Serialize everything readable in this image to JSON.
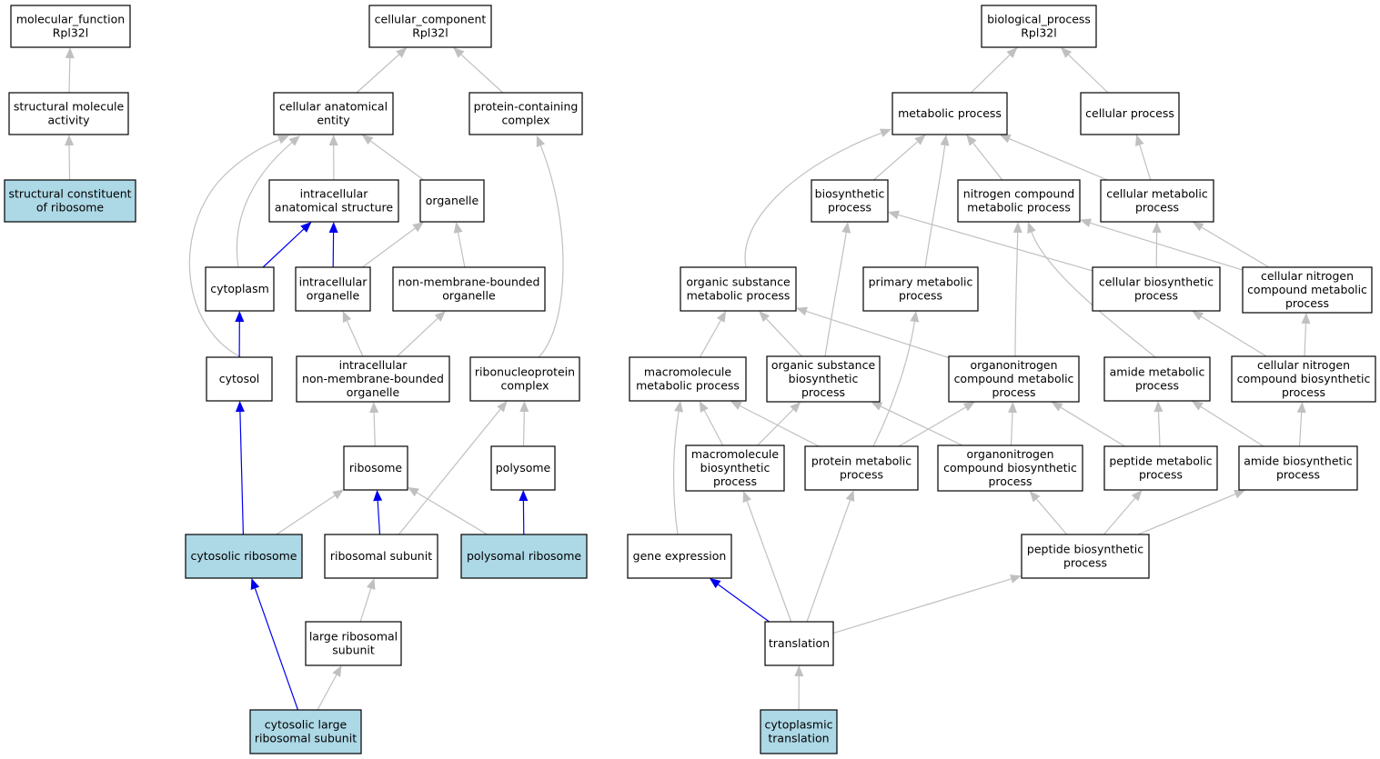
{
  "diagram": {
    "colors": {
      "node_fill": "#ffffff",
      "highlight_fill": "#add8e6",
      "edge_gray": "#c0c0c0",
      "edge_blue": "#0000ee"
    },
    "nodes": [
      {
        "id": "mf_root",
        "lines": [
          "molecular_function",
          "Rpl32l"
        ],
        "highlight": false
      },
      {
        "id": "structural_molecule_activity",
        "lines": [
          "structural molecule",
          "activity"
        ],
        "highlight": false
      },
      {
        "id": "structural_constituent_of_ribosome",
        "lines": [
          "structural constituent",
          "of ribosome"
        ],
        "highlight": true
      },
      {
        "id": "cc_root",
        "lines": [
          "cellular_component",
          "Rpl32l"
        ],
        "highlight": false
      },
      {
        "id": "cellular_anatomical_entity",
        "lines": [
          "cellular anatomical",
          "entity"
        ],
        "highlight": false
      },
      {
        "id": "protein_containing_complex",
        "lines": [
          "protein-containing",
          "complex"
        ],
        "highlight": false
      },
      {
        "id": "intracellular_anatomical_structure",
        "lines": [
          "intracellular",
          "anatomical structure"
        ],
        "highlight": false
      },
      {
        "id": "organelle",
        "lines": [
          "organelle"
        ],
        "highlight": false
      },
      {
        "id": "cytoplasm",
        "lines": [
          "cytoplasm"
        ],
        "highlight": false
      },
      {
        "id": "intracellular_organelle",
        "lines": [
          "intracellular",
          "organelle"
        ],
        "highlight": false
      },
      {
        "id": "non_membrane_bounded_organelle",
        "lines": [
          "non-membrane-bounded",
          "organelle"
        ],
        "highlight": false
      },
      {
        "id": "cytosol",
        "lines": [
          "cytosol"
        ],
        "highlight": false
      },
      {
        "id": "intracellular_nmb_organelle",
        "lines": [
          "intracellular",
          "non-membrane-bounded",
          "organelle"
        ],
        "highlight": false
      },
      {
        "id": "ribonucleoprotein_complex",
        "lines": [
          "ribonucleoprotein",
          "complex"
        ],
        "highlight": false
      },
      {
        "id": "ribosome",
        "lines": [
          "ribosome"
        ],
        "highlight": false
      },
      {
        "id": "polysome",
        "lines": [
          "polysome"
        ],
        "highlight": false
      },
      {
        "id": "cytosolic_ribosome",
        "lines": [
          "cytosolic ribosome"
        ],
        "highlight": true
      },
      {
        "id": "ribosomal_subunit",
        "lines": [
          "ribosomal subunit"
        ],
        "highlight": false
      },
      {
        "id": "polysomal_ribosome",
        "lines": [
          "polysomal ribosome"
        ],
        "highlight": true
      },
      {
        "id": "large_ribosomal_subunit",
        "lines": [
          "large ribosomal",
          "subunit"
        ],
        "highlight": false
      },
      {
        "id": "cytosolic_large_ribosomal_subunit",
        "lines": [
          "cytosolic large",
          "ribosomal subunit"
        ],
        "highlight": true
      },
      {
        "id": "bp_root",
        "lines": [
          "biological_process",
          "Rpl32l"
        ],
        "highlight": false
      },
      {
        "id": "metabolic_process",
        "lines": [
          "metabolic process"
        ],
        "highlight": false
      },
      {
        "id": "cellular_process",
        "lines": [
          "cellular process"
        ],
        "highlight": false
      },
      {
        "id": "biosynthetic_process",
        "lines": [
          "biosynthetic",
          "process"
        ],
        "highlight": false
      },
      {
        "id": "nitrogen_compound_metabolic_process",
        "lines": [
          "nitrogen compound",
          "metabolic process"
        ],
        "highlight": false
      },
      {
        "id": "cellular_metabolic_process",
        "lines": [
          "cellular metabolic",
          "process"
        ],
        "highlight": false
      },
      {
        "id": "organic_substance_metabolic_process",
        "lines": [
          "organic substance",
          "metabolic process"
        ],
        "highlight": false
      },
      {
        "id": "primary_metabolic_process",
        "lines": [
          "primary metabolic",
          "process"
        ],
        "highlight": false
      },
      {
        "id": "cellular_biosynthetic_process",
        "lines": [
          "cellular biosynthetic",
          "process"
        ],
        "highlight": false
      },
      {
        "id": "cellular_nitrogen_compound_metabolic_process",
        "lines": [
          "cellular nitrogen",
          "compound metabolic",
          "process"
        ],
        "highlight": false
      },
      {
        "id": "macromolecule_metabolic_process",
        "lines": [
          "macromolecule",
          "metabolic process"
        ],
        "highlight": false
      },
      {
        "id": "organic_substance_biosynthetic_process",
        "lines": [
          "organic substance",
          "biosynthetic",
          "process"
        ],
        "highlight": false
      },
      {
        "id": "organonitrogen_compound_metabolic_process",
        "lines": [
          "organonitrogen",
          "compound metabolic",
          "process"
        ],
        "highlight": false
      },
      {
        "id": "amide_metabolic_process",
        "lines": [
          "amide metabolic",
          "process"
        ],
        "highlight": false
      },
      {
        "id": "cellular_nitrogen_compound_biosynthetic_process",
        "lines": [
          "cellular nitrogen",
          "compound biosynthetic",
          "process"
        ],
        "highlight": false
      },
      {
        "id": "macromolecule_biosynthetic_process",
        "lines": [
          "macromolecule",
          "biosynthetic",
          "process"
        ],
        "highlight": false
      },
      {
        "id": "protein_metabolic_process",
        "lines": [
          "protein metabolic",
          "process"
        ],
        "highlight": false
      },
      {
        "id": "organonitrogen_compound_biosynthetic_process",
        "lines": [
          "organonitrogen",
          "compound biosynthetic",
          "process"
        ],
        "highlight": false
      },
      {
        "id": "peptide_metabolic_process",
        "lines": [
          "peptide metabolic",
          "process"
        ],
        "highlight": false
      },
      {
        "id": "amide_biosynthetic_process",
        "lines": [
          "amide biosynthetic",
          "process"
        ],
        "highlight": false
      },
      {
        "id": "gene_expression",
        "lines": [
          "gene expression"
        ],
        "highlight": false
      },
      {
        "id": "peptide_biosynthetic_process",
        "lines": [
          "peptide biosynthetic",
          "process"
        ],
        "highlight": false
      },
      {
        "id": "translation",
        "lines": [
          "translation"
        ],
        "highlight": false
      },
      {
        "id": "cytoplasmic_translation",
        "lines": [
          "cytoplasmic",
          "translation"
        ],
        "highlight": true
      }
    ],
    "edges": [
      {
        "from": "structural_molecule_activity",
        "to": "mf_root",
        "color": "gray"
      },
      {
        "from": "structural_constituent_of_ribosome",
        "to": "structural_molecule_activity",
        "color": "gray"
      },
      {
        "from": "cellular_anatomical_entity",
        "to": "cc_root",
        "color": "gray"
      },
      {
        "from": "protein_containing_complex",
        "to": "cc_root",
        "color": "gray"
      },
      {
        "from": "intracellular_anatomical_structure",
        "to": "cellular_anatomical_entity",
        "color": "gray"
      },
      {
        "from": "organelle",
        "to": "cellular_anatomical_entity",
        "color": "gray"
      },
      {
        "from": "cytoplasm",
        "to": "cellular_anatomical_entity",
        "color": "gray"
      },
      {
        "from": "cytosol",
        "to": "cellular_anatomical_entity",
        "color": "gray"
      },
      {
        "from": "cytoplasm",
        "to": "intracellular_anatomical_structure",
        "color": "blue"
      },
      {
        "from": "intracellular_organelle",
        "to": "intracellular_anatomical_structure",
        "color": "blue"
      },
      {
        "from": "intracellular_organelle",
        "to": "organelle",
        "color": "gray"
      },
      {
        "from": "non_membrane_bounded_organelle",
        "to": "organelle",
        "color": "gray"
      },
      {
        "from": "cytosol",
        "to": "cytoplasm",
        "color": "blue"
      },
      {
        "from": "intracellular_nmb_organelle",
        "to": "intracellular_organelle",
        "color": "gray"
      },
      {
        "from": "intracellular_nmb_organelle",
        "to": "non_membrane_bounded_organelle",
        "color": "gray"
      },
      {
        "from": "ribonucleoprotein_complex",
        "to": "protein_containing_complex",
        "color": "gray"
      },
      {
        "from": "ribosome",
        "to": "intracellular_nmb_organelle",
        "color": "gray"
      },
      {
        "from": "polysome",
        "to": "ribonucleoprotein_complex",
        "color": "gray"
      },
      {
        "from": "ribosomal_subunit",
        "to": "ribonucleoprotein_complex",
        "color": "gray"
      },
      {
        "from": "cytosolic_ribosome",
        "to": "cytosol",
        "color": "blue"
      },
      {
        "from": "cytosolic_ribosome",
        "to": "ribosome",
        "color": "gray"
      },
      {
        "from": "ribosomal_subunit",
        "to": "ribosome",
        "color": "blue"
      },
      {
        "from": "polysomal_ribosome",
        "to": "ribosome",
        "color": "gray"
      },
      {
        "from": "polysomal_ribosome",
        "to": "polysome",
        "color": "blue"
      },
      {
        "from": "large_ribosomal_subunit",
        "to": "ribosomal_subunit",
        "color": "gray"
      },
      {
        "from": "cytosolic_large_ribosomal_subunit",
        "to": "cytosolic_ribosome",
        "color": "blue"
      },
      {
        "from": "cytosolic_large_ribosomal_subunit",
        "to": "large_ribosomal_subunit",
        "color": "gray"
      },
      {
        "from": "metabolic_process",
        "to": "bp_root",
        "color": "gray"
      },
      {
        "from": "cellular_process",
        "to": "bp_root",
        "color": "gray"
      },
      {
        "from": "biosynthetic_process",
        "to": "metabolic_process",
        "color": "gray"
      },
      {
        "from": "nitrogen_compound_metabolic_process",
        "to": "metabolic_process",
        "color": "gray"
      },
      {
        "from": "cellular_metabolic_process",
        "to": "metabolic_process",
        "color": "gray"
      },
      {
        "from": "organic_substance_metabolic_process",
        "to": "metabolic_process",
        "color": "gray"
      },
      {
        "from": "primary_metabolic_process",
        "to": "metabolic_process",
        "color": "gray"
      },
      {
        "from": "cellular_metabolic_process",
        "to": "cellular_process",
        "color": "gray"
      },
      {
        "from": "cellular_biosynthetic_process",
        "to": "biosynthetic_process",
        "color": "gray"
      },
      {
        "from": "cellular_biosynthetic_process",
        "to": "cellular_metabolic_process",
        "color": "gray"
      },
      {
        "from": "cellular_nitrogen_compound_metabolic_process",
        "to": "nitrogen_compound_metabolic_process",
        "color": "gray"
      },
      {
        "from": "cellular_nitrogen_compound_metabolic_process",
        "to": "cellular_metabolic_process",
        "color": "gray"
      },
      {
        "from": "macromolecule_metabolic_process",
        "to": "organic_substance_metabolic_process",
        "color": "gray"
      },
      {
        "from": "organic_substance_biosynthetic_process",
        "to": "organic_substance_metabolic_process",
        "color": "gray"
      },
      {
        "from": "organic_substance_biosynthetic_process",
        "to": "biosynthetic_process",
        "color": "gray"
      },
      {
        "from": "organonitrogen_compound_metabolic_process",
        "to": "organic_substance_metabolic_process",
        "color": "gray"
      },
      {
        "from": "organonitrogen_compound_metabolic_process",
        "to": "nitrogen_compound_metabolic_process",
        "color": "gray"
      },
      {
        "from": "amide_metabolic_process",
        "to": "nitrogen_compound_metabolic_process",
        "color": "gray"
      },
      {
        "from": "cellular_nitrogen_compound_biosynthetic_process",
        "to": "cellular_biosynthetic_process",
        "color": "gray"
      },
      {
        "from": "cellular_nitrogen_compound_biosynthetic_process",
        "to": "cellular_nitrogen_compound_metabolic_process",
        "color": "gray"
      },
      {
        "from": "macromolecule_biosynthetic_process",
        "to": "macromolecule_metabolic_process",
        "color": "gray"
      },
      {
        "from": "macromolecule_biosynthetic_process",
        "to": "organic_substance_biosynthetic_process",
        "color": "gray"
      },
      {
        "from": "protein_metabolic_process",
        "to": "macromolecule_metabolic_process",
        "color": "gray"
      },
      {
        "from": "protein_metabolic_process",
        "to": "primary_metabolic_process",
        "color": "gray"
      },
      {
        "from": "protein_metabolic_process",
        "to": "organonitrogen_compound_metabolic_process",
        "color": "gray"
      },
      {
        "from": "organonitrogen_compound_biosynthetic_process",
        "to": "organonitrogen_compound_metabolic_process",
        "color": "gray"
      },
      {
        "from": "organonitrogen_compound_biosynthetic_process",
        "to": "organic_substance_biosynthetic_process",
        "color": "gray"
      },
      {
        "from": "peptide_metabolic_process",
        "to": "organonitrogen_compound_metabolic_process",
        "color": "gray"
      },
      {
        "from": "peptide_metabolic_process",
        "to": "amide_metabolic_process",
        "color": "gray"
      },
      {
        "from": "amide_biosynthetic_process",
        "to": "amide_metabolic_process",
        "color": "gray"
      },
      {
        "from": "amide_biosynthetic_process",
        "to": "cellular_nitrogen_compound_biosynthetic_process",
        "color": "gray"
      },
      {
        "from": "gene_expression",
        "to": "macromolecule_metabolic_process",
        "color": "gray"
      },
      {
        "from": "peptide_biosynthetic_process",
        "to": "organonitrogen_compound_biosynthetic_process",
        "color": "gray"
      },
      {
        "from": "peptide_biosynthetic_process",
        "to": "peptide_metabolic_process",
        "color": "gray"
      },
      {
        "from": "peptide_biosynthetic_process",
        "to": "amide_biosynthetic_process",
        "color": "gray"
      },
      {
        "from": "translation",
        "to": "gene_expression",
        "color": "blue"
      },
      {
        "from": "translation",
        "to": "macromolecule_biosynthetic_process",
        "color": "gray"
      },
      {
        "from": "translation",
        "to": "protein_metabolic_process",
        "color": "gray"
      },
      {
        "from": "translation",
        "to": "peptide_biosynthetic_process",
        "color": "gray"
      },
      {
        "from": "cytoplasmic_translation",
        "to": "translation",
        "color": "gray"
      }
    ]
  }
}
